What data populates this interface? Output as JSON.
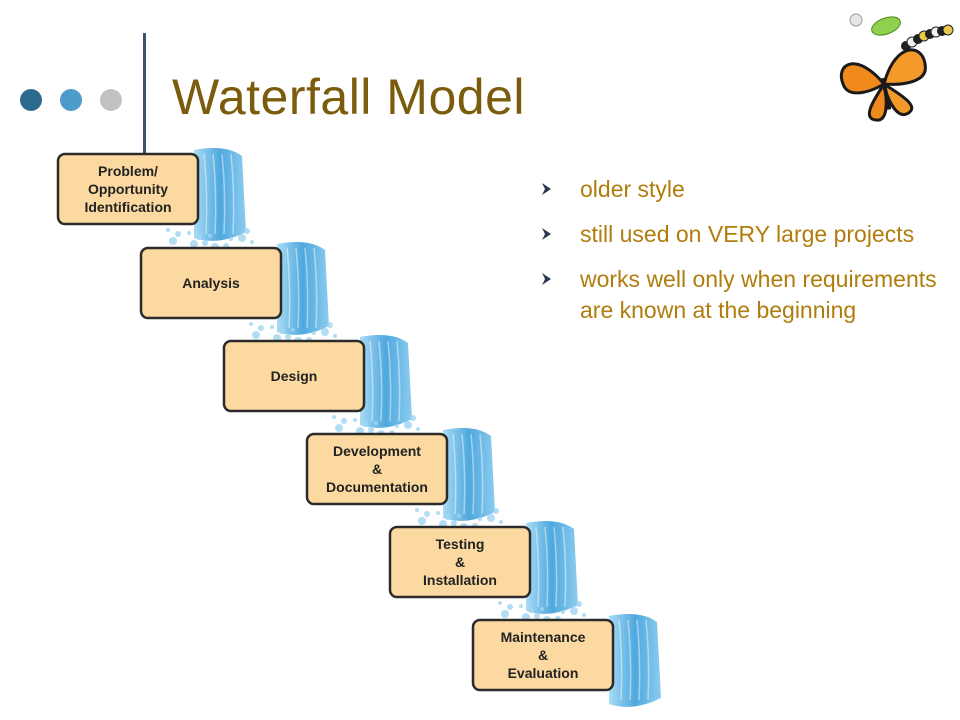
{
  "slide": {
    "title": "Waterfall Model",
    "bullets": [
      "older style",
      "still used on VERY large projects",
      "works well only when requirements are known at the beginning"
    ]
  },
  "diagram": {
    "stages": [
      {
        "lines": [
          "Problem/",
          "Opportunity",
          "Identification"
        ]
      },
      {
        "lines": [
          "Analysis"
        ]
      },
      {
        "lines": [
          "Design"
        ]
      },
      {
        "lines": [
          "Development",
          "&",
          "Documentation"
        ]
      },
      {
        "lines": [
          "Testing",
          "&",
          "Installation"
        ]
      },
      {
        "lines": [
          "Maintenance",
          "&",
          "Evaluation"
        ]
      }
    ]
  },
  "colors": {
    "title": "#7a5c0c",
    "bullet_text": "#b07d0c",
    "box_fill": "#fbd9a0",
    "box_border": "#2b2b2b",
    "water": "#5ab2e3",
    "dot_1": "#2e6a8f",
    "dot_2": "#4d9bc9",
    "dot_3": "#c2c2c2"
  },
  "icons": {
    "bullet": "arrow-bullet-icon",
    "logo": "butterfly-lifecycle-icon"
  }
}
